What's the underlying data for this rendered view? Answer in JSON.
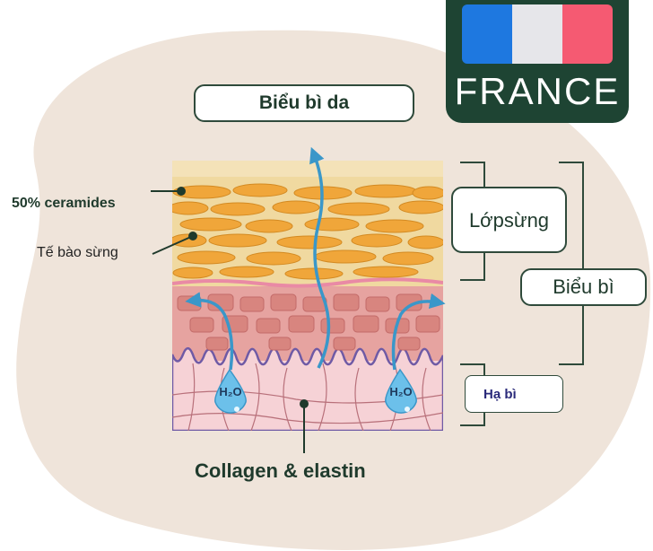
{
  "badge": {
    "text": "FRANCE",
    "flag_colors": [
      "#1e78e0",
      "#e6e6ea",
      "#f55a72"
    ],
    "background": "#1e4433"
  },
  "labels": {
    "top": "Biểu bì da",
    "ceramides": "50% ceramides",
    "corneocytes": "Tế bào sừng",
    "stratum_corneum": [
      "Lớp",
      "sừng"
    ],
    "epidermis": "Biểu bì",
    "dermis": "Hạ bì",
    "collagen": "Collagen & elastin",
    "water": "H₂O"
  },
  "colors": {
    "blob": "#efe4da",
    "horny_layer": "#f0d9a0",
    "cells_orange": "#f0a63a",
    "epidermis_cells": "#d8857f",
    "dermis": "#f6d2d6",
    "arrow": "#3a97c9",
    "ink": "#1f3a2c"
  }
}
